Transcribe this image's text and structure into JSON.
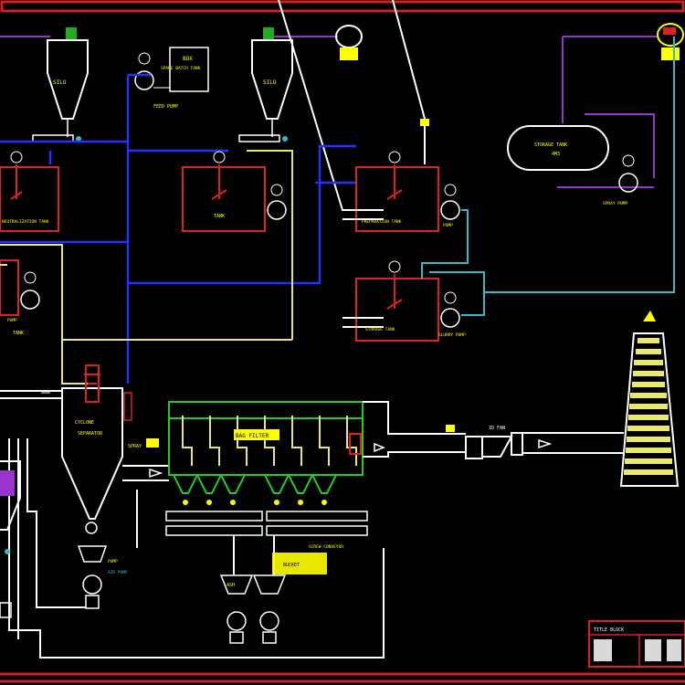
{
  "labels": {
    "silo_left": "SILO",
    "silo_mid": "SILO",
    "box_top": "BOX",
    "box_top_sub": "SPARE BATCH TANK",
    "box_top_note": "FEED PUMP",
    "tank_left": "TANK",
    "tank_left_sub": "NEUTRALIZATION TANK",
    "tank_mid": "TANK",
    "tank_right_upper": "PREPARATION TANK",
    "tank_right_lower": "STORAGE TANK",
    "tank_right_lower_sub": "SLURRY PUMP",
    "storage_tank": "STORAGE TANK",
    "storage_tank_sub": "4M3",
    "storage_note": "SPRAY PUMP",
    "pump_right_upper": "PUMP",
    "pump_left": "PUMP",
    "left_tank_label": "TANK",
    "cyclone": "CYCLONE",
    "cyclone_sub": "SEPARATOR",
    "spray_label": "SPRAY",
    "baghouse": "BAG FILTER",
    "fan": "ID FAN",
    "screw_conveyor": "SCREW CONVEYOR",
    "bucket": "BUCKET",
    "ash_label": "ASH",
    "bottom_pump": "PUMP",
    "bottom_pump_sub": "AIR PUMP",
    "title_block": "TITLE BLOCK"
  },
  "colors": {
    "background": "#000000",
    "frame": "#cc2222",
    "equipment_red": "#dd2020",
    "pipe_blue": "#2233ff",
    "pipe_purple": "#9933cc",
    "pipe_cyan": "#33bbcc",
    "pipe_yellow": "#e8e870",
    "equipment_white": "#ffffff",
    "baghouse_green": "#22cc22",
    "label_yellow": "#ffff00"
  }
}
